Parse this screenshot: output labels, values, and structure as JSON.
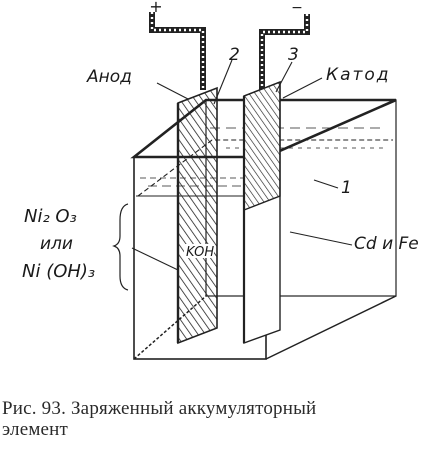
{
  "figure": {
    "labels": {
      "plus": "+",
      "minus": "−",
      "anode": "Анод",
      "cathode": "Катод",
      "num_1": "1",
      "num_2": "2",
      "num_3": "3",
      "koh": "KOH",
      "cd_fe": "Cd и Fe",
      "left_line1": "Ni₂ O₃",
      "left_line2": "или",
      "left_line3": "Ni (OH)₃"
    }
  },
  "caption": {
    "line1": "Рис. 93. Заряженный аккумуляторный",
    "line2": "элемент"
  }
}
